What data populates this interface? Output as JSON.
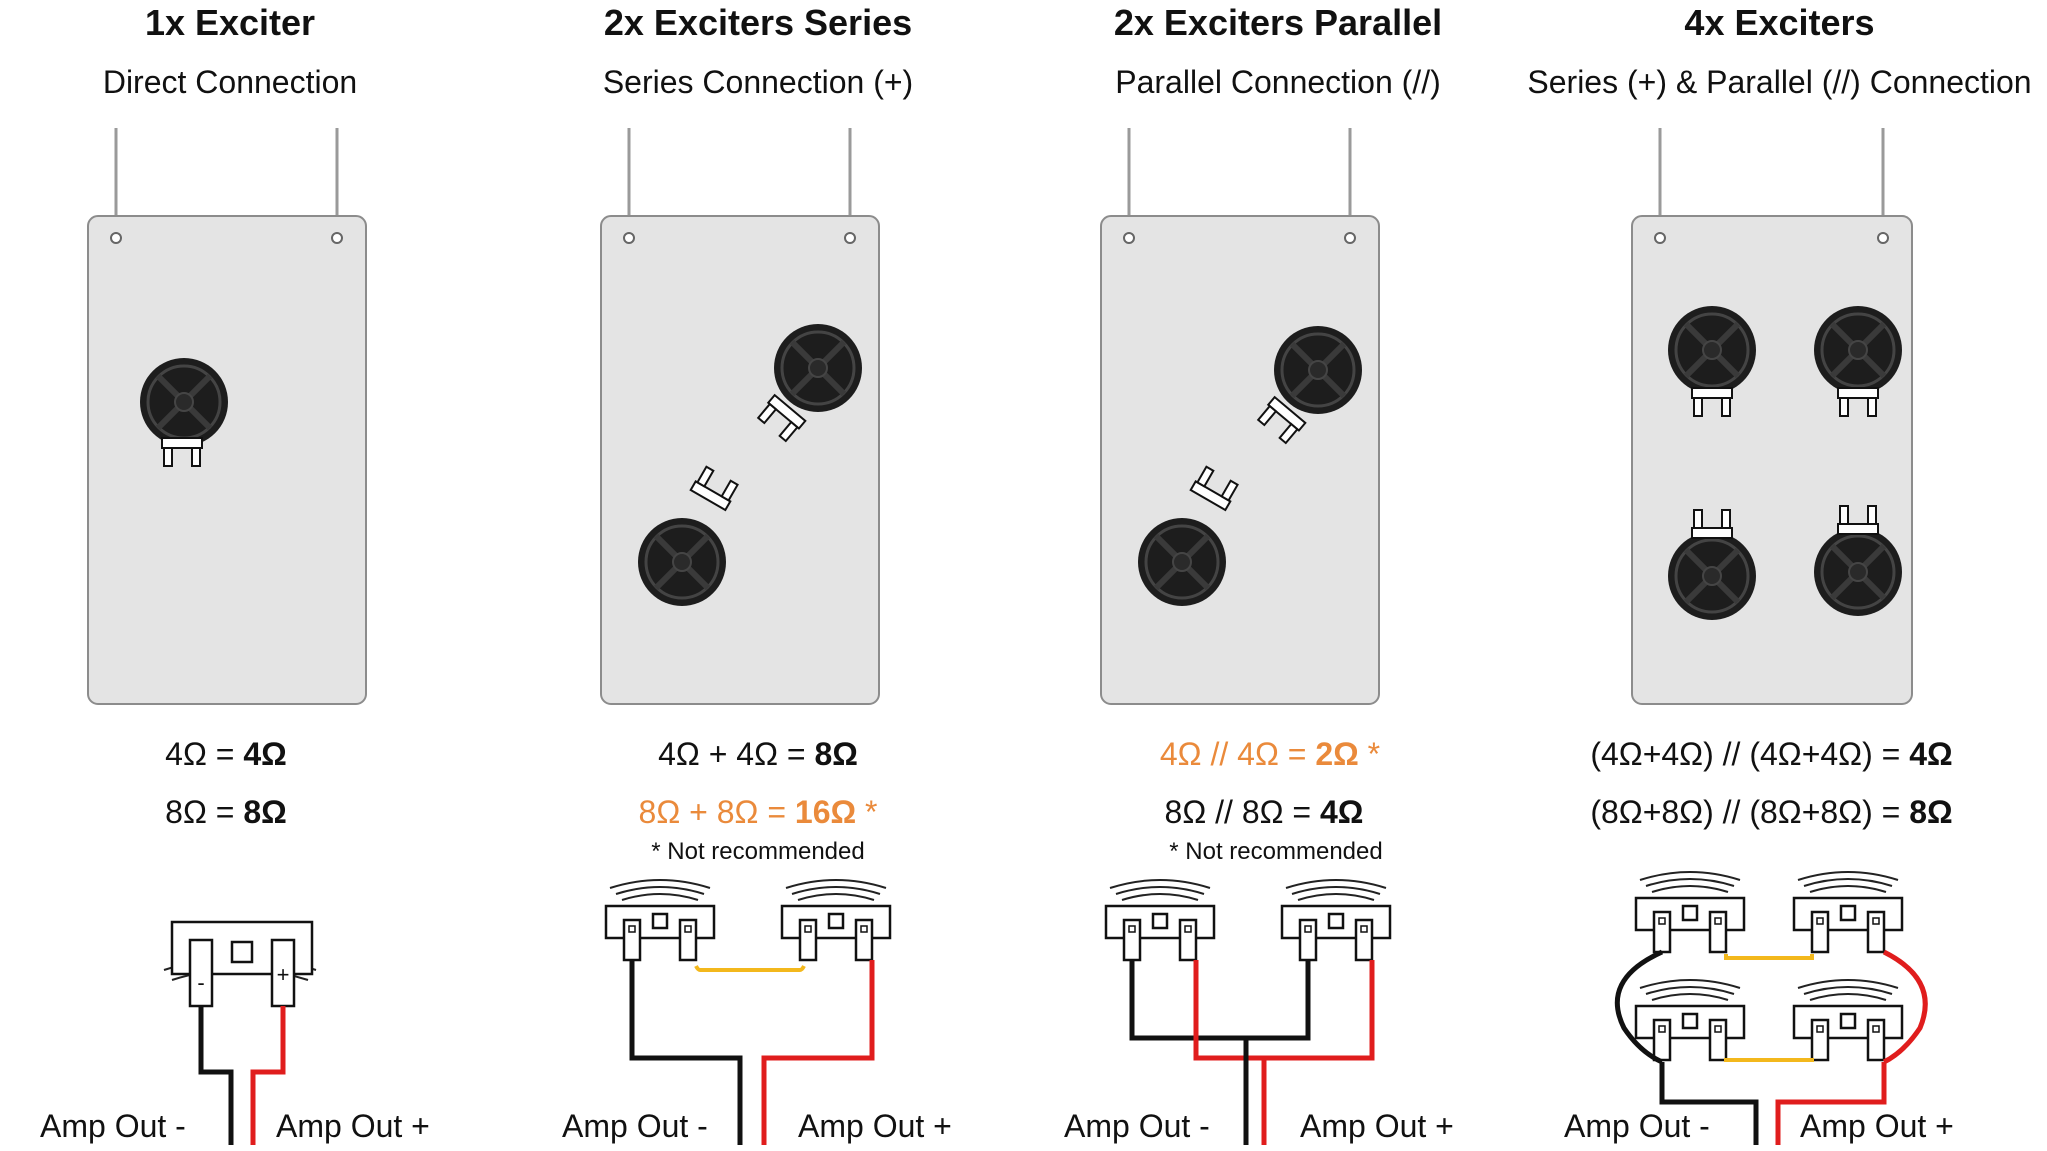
{
  "columns": [
    {
      "title": "1x Exciter",
      "subtitle": "Direct Connection",
      "formulas": [
        {
          "expr": "4Ω = ",
          "result": "4Ω",
          "suffix": "",
          "warn": false
        },
        {
          "expr": "8Ω = ",
          "result": "8Ω",
          "suffix": "",
          "warn": false
        }
      ],
      "note": "",
      "amp_minus": "Amp Out -",
      "amp_plus": "Amp Out +"
    },
    {
      "title": "2x Exciters Series",
      "subtitle": "Series Connection (+)",
      "formulas": [
        {
          "expr": "4Ω + 4Ω = ",
          "result": "8Ω",
          "suffix": "",
          "warn": false
        },
        {
          "expr": "8Ω + 8Ω = ",
          "result": "16Ω",
          "suffix": " *",
          "warn": true
        }
      ],
      "note": "* Not recommended",
      "amp_minus": "Amp Out -",
      "amp_plus": "Amp Out +"
    },
    {
      "title": "2x Exciters Parallel",
      "subtitle": "Parallel Connection (//)",
      "formulas": [
        {
          "expr": "4Ω // 4Ω = ",
          "result": "2Ω",
          "suffix": " *",
          "warn": true
        },
        {
          "expr": "8Ω // 8Ω = ",
          "result": "4Ω",
          "suffix": "",
          "warn": false
        }
      ],
      "note": "* Not recommended",
      "amp_minus": "Amp Out -",
      "amp_plus": "Amp Out +"
    },
    {
      "title": "4x Exciters",
      "subtitle": "Series (+) & Parallel (//) Connection",
      "formulas": [
        {
          "expr": "(4Ω+4Ω) // (4Ω+4Ω) = ",
          "result": "4Ω",
          "suffix": "",
          "warn": false
        },
        {
          "expr": "(8Ω+8Ω) // (8Ω+8Ω) = ",
          "result": "8Ω",
          "suffix": "",
          "warn": false
        }
      ],
      "note": "",
      "amp_minus": "Amp Out -",
      "amp_plus": "Amp Out +"
    }
  ],
  "terminal_labels": {
    "minus": "-",
    "plus": "+"
  },
  "colors": {
    "panel": "#e4e4e4",
    "exciter": "#1d1d1d",
    "wire_black": "#111111",
    "wire_red": "#e01d1d",
    "wire_yellow": "#f3b81c",
    "warn": "#ea8a3b"
  }
}
